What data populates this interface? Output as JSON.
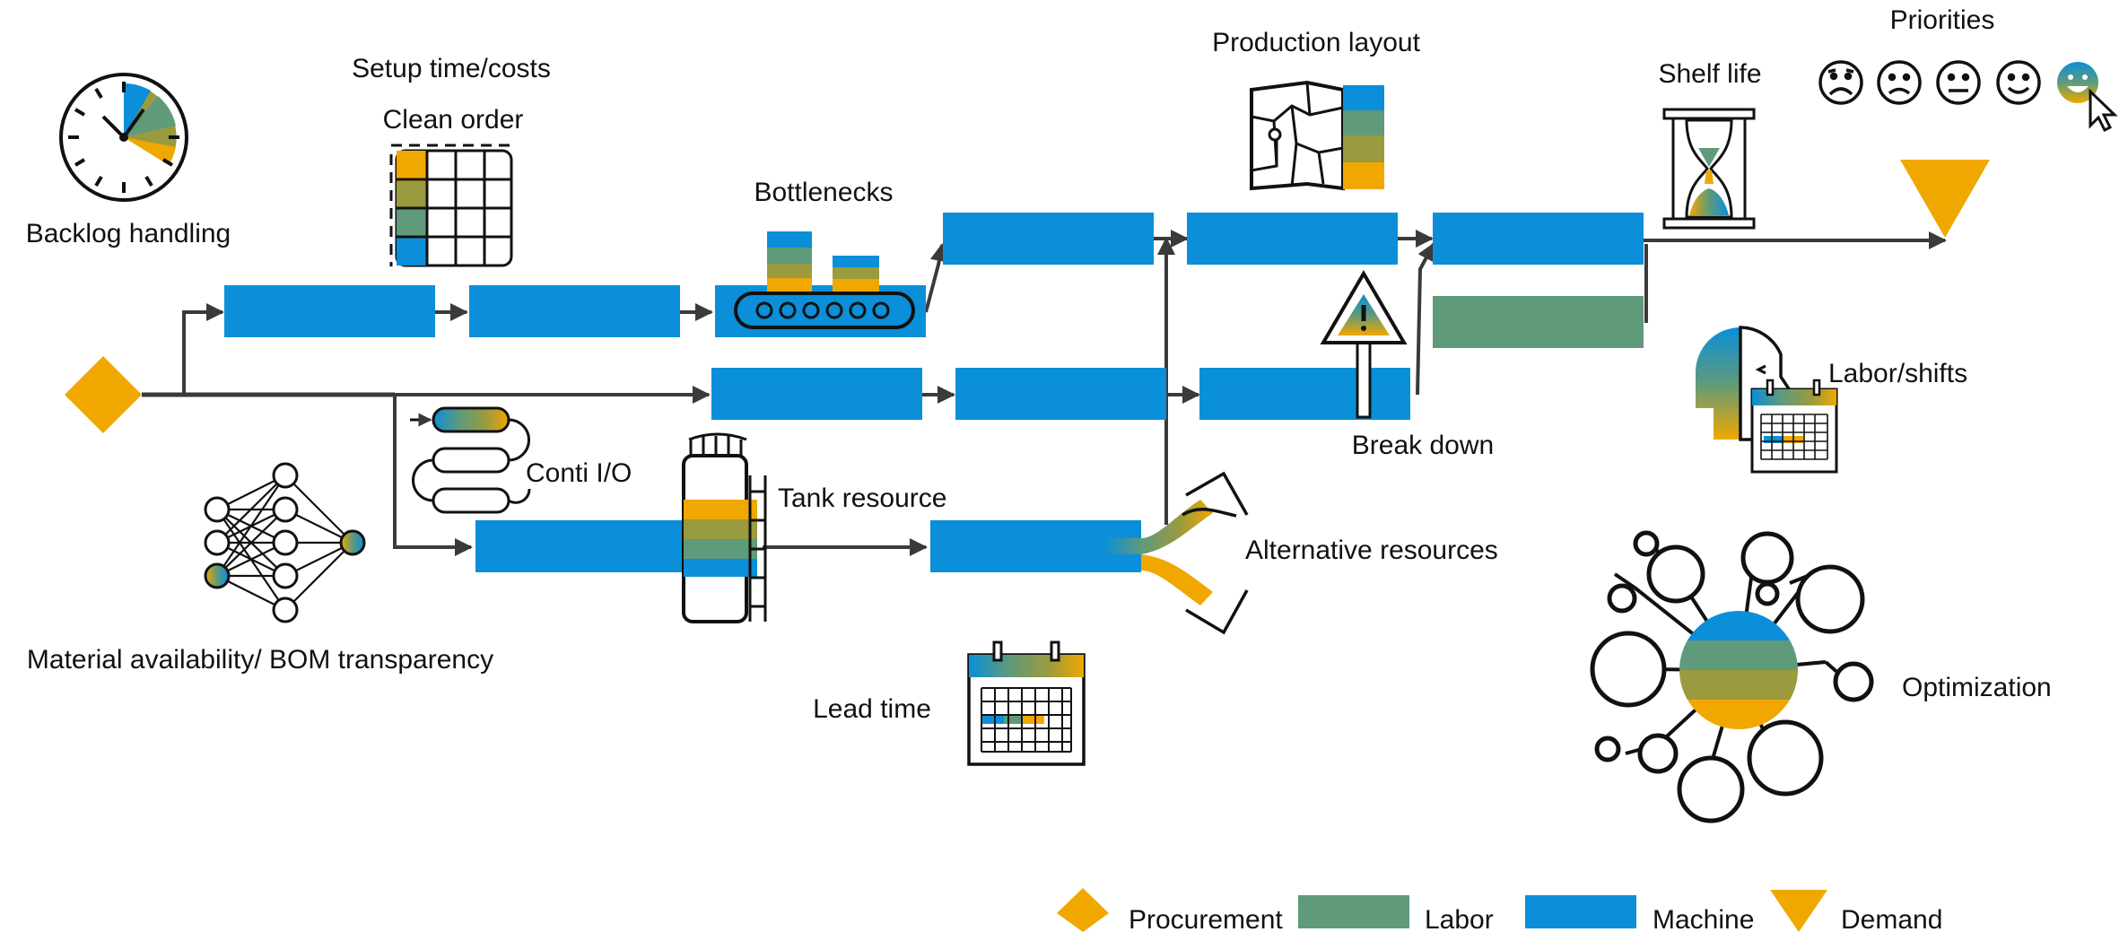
{
  "colors": {
    "machine": "#0a8fd8",
    "labor": "#5f9a7b",
    "procurement": "#f0a800",
    "demand": "#f0a800",
    "olive": "#9a9b3e",
    "line": "#3a3a3a"
  },
  "labels": {
    "backlog": "Backlog handling",
    "setup": "Setup time/costs",
    "clean_order": "Clean order",
    "bottlenecks": "Bottlenecks",
    "production_layout": "Production layout",
    "shelf_life": "Shelf life",
    "priorities": "Priorities",
    "labor_shifts": "Labor/shifts",
    "break_down": "Break down",
    "conti_io": "Conti I/O",
    "tank_resource": "Tank resource",
    "alternative_resources": "Alternative resources",
    "material": "Material availability/ BOM transparency",
    "lead_time": "Lead time",
    "optimization": "Optimization"
  },
  "legend": {
    "procurement": "Procurement",
    "labor": "Labor",
    "machine": "Machine",
    "demand": "Demand"
  },
  "icons": [
    "clock-icon",
    "grid-icon",
    "conveyor-icon",
    "map-icon",
    "hourglass-icon",
    "smiley-icons",
    "cursor-icon",
    "warning-sign-icon",
    "head-icon",
    "calendar-icon",
    "conti-loop-icon",
    "tank-icon",
    "neural-network-icon",
    "alternative-arrows-icon",
    "network-icon"
  ]
}
